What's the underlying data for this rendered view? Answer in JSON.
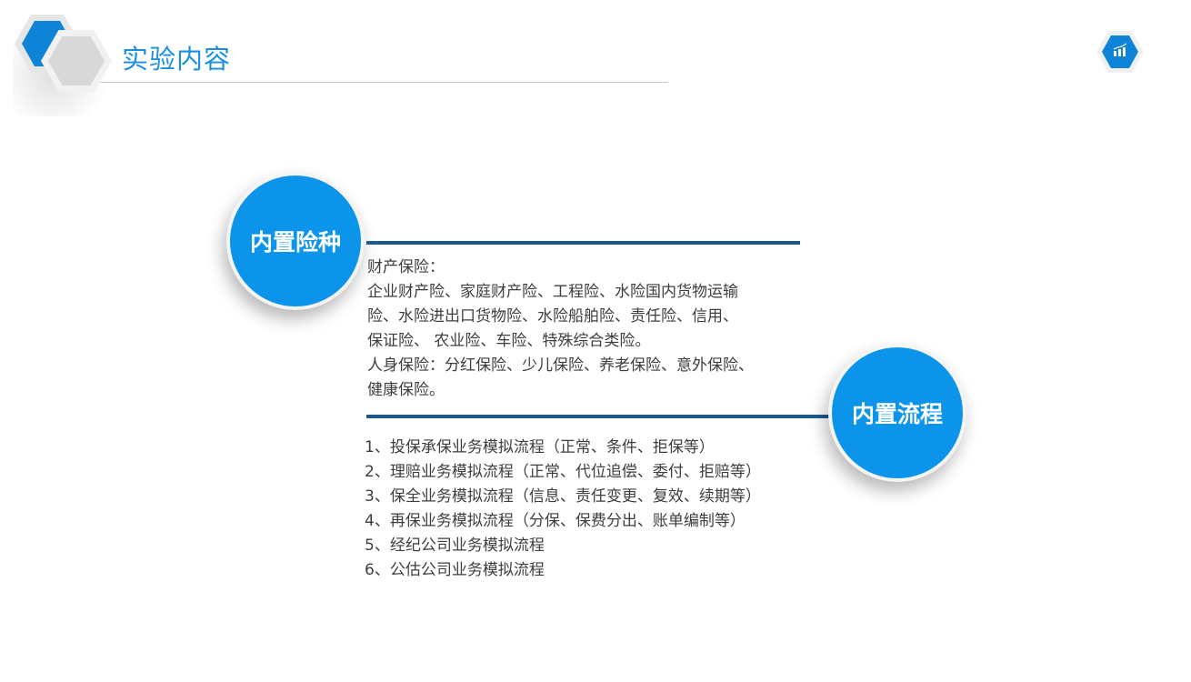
{
  "header": {
    "title": "实验内容",
    "badge_icon": "bar-chart-icon"
  },
  "section_insurance": {
    "circle_label": "内置险种",
    "lines": [
      "财产保险：",
      "企业财产险、家庭财产险、工程险、水险国内货物运输",
      "险、水险进出口货物险、水险船舶险、责任险、信用、",
      "保证险、 农业险、车险、特殊综合类险。",
      "人身保险：分红保险、少儿保险、养老保险、意外保险、",
      "健康保险。"
    ]
  },
  "section_process": {
    "circle_label": "内置流程",
    "items": [
      "1、投保承保业务模拟流程（正常、条件、拒保等）",
      "2、理赔业务模拟流程（正常、代位追偿、委付、拒赔等）",
      "3、保全业务模拟流程（信息、责任变更、复效、续期等）",
      "4、再保业务模拟流程（分保、保费分出、账单编制等）",
      "5、经纪公司业务模拟流程",
      "6、公估公司业务模拟流程"
    ]
  },
  "colors": {
    "accent_blue": "#0b94ea",
    "title_blue": "#1b8fe0",
    "rule_navy": "#1a5a8e"
  }
}
